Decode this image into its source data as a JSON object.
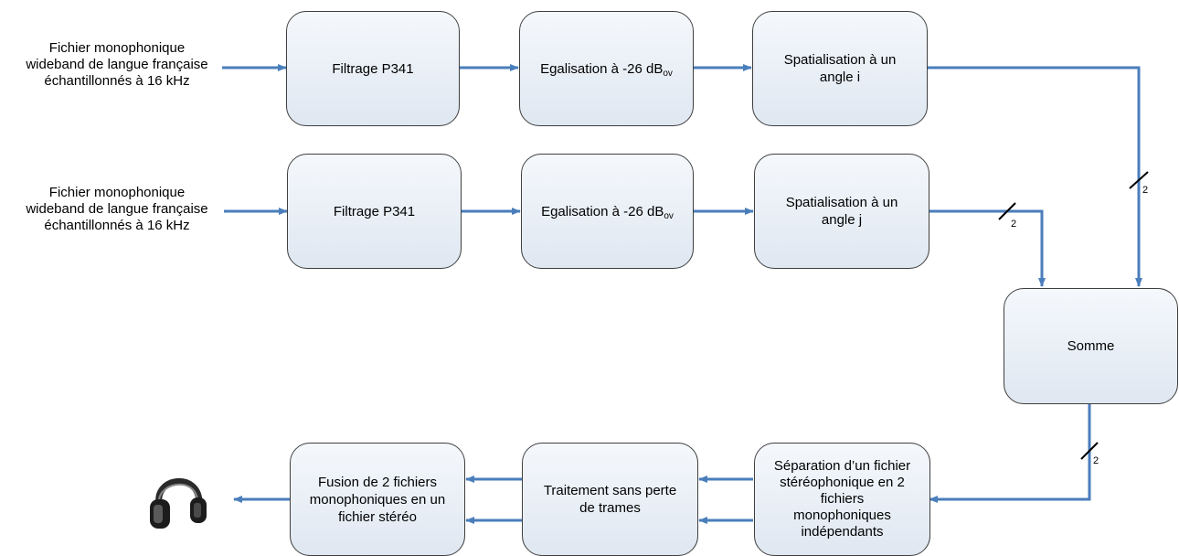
{
  "inputs": [
    {
      "line1": "Fichier monophonique",
      "line2": "wideband de langue française",
      "line3": "échantillonnés à 16 kHz"
    },
    {
      "line1": "Fichier monophonique",
      "line2": "wideband de langue française",
      "line3": "échantillonnés à 16 kHz"
    }
  ],
  "row1": {
    "filter": "Filtrage P341",
    "equalization": "Egalisation à -26 dB",
    "equalization_sub": "ov",
    "spatial_line1": "Spatialisation à un",
    "spatial_line2": "angle i"
  },
  "row2": {
    "filter": "Filtrage P341",
    "equalization": "Egalisation à -26 dB",
    "equalization_sub": "ov",
    "spatial_line1": "Spatialisation à un",
    "spatial_line2": "angle j"
  },
  "sum": "Somme",
  "separation": {
    "line1": "Séparation d’un fichier",
    "line2": "stéréophonique en 2",
    "line3": "fichiers",
    "line4": "monophoniques",
    "line5": "indépendants"
  },
  "processing": {
    "line1": "Traitement sans perte",
    "line2": "de trames"
  },
  "fusion": {
    "line1": "Fusion de 2 fichiers",
    "line2": "monophoniques en un",
    "line3": "fichier stéréo"
  },
  "bus_labels": [
    "2",
    "2",
    "2"
  ],
  "colors": {
    "arrow": "#4a7ebb",
    "box_border": "#3f3f3f",
    "box_fill_top": "#f5f8fc",
    "box_fill_bottom": "#dfe7f1"
  },
  "icons": {
    "output": "headphones-icon"
  }
}
